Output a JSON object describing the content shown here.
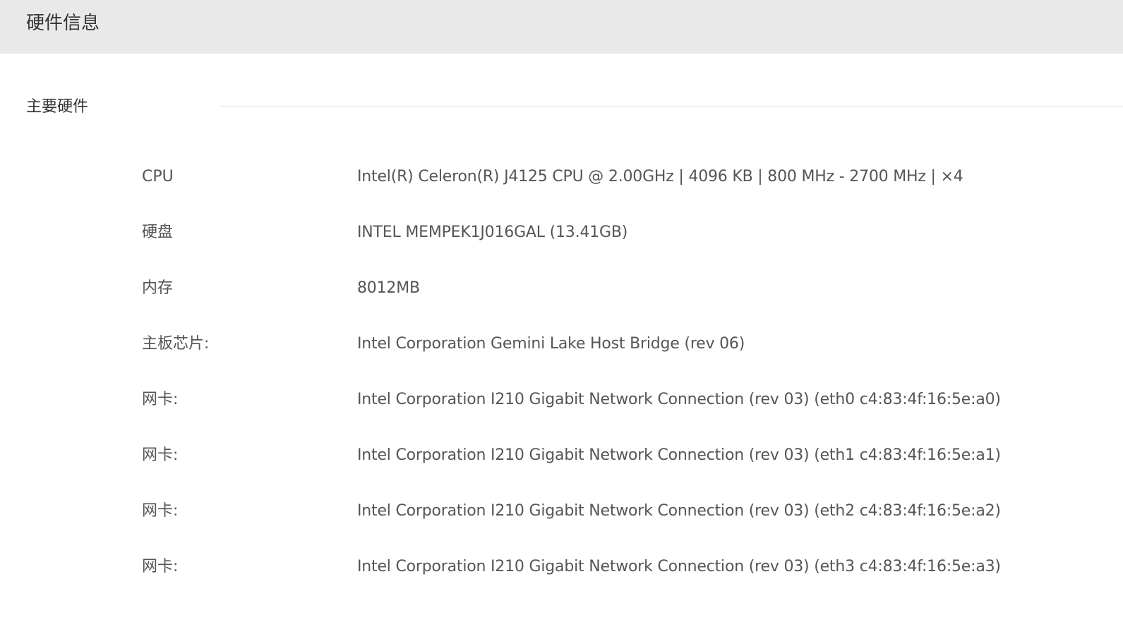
{
  "header": {
    "title": "硬件信息"
  },
  "section": {
    "title": "主要硬件"
  },
  "rows": [
    {
      "label": "CPU",
      "value": "Intel(R) Celeron(R) J4125 CPU @ 2.00GHz | 4096 KB | 800 MHz - 2700 MHz | ×4"
    },
    {
      "label": "硬盘",
      "value": "INTEL MEMPEK1J016GAL (13.41GB)"
    },
    {
      "label": "内存",
      "value": "8012MB"
    },
    {
      "label": "主板芯片:",
      "value": "Intel Corporation Gemini Lake Host Bridge (rev 06)"
    },
    {
      "label": "网卡:",
      "value": "Intel Corporation I210 Gigabit Network Connection (rev 03) (eth0 c4:83:4f:16:5e:a0)"
    },
    {
      "label": "网卡:",
      "value": "Intel Corporation I210 Gigabit Network Connection (rev 03) (eth1 c4:83:4f:16:5e:a1)"
    },
    {
      "label": "网卡:",
      "value": "Intel Corporation I210 Gigabit Network Connection (rev 03) (eth2 c4:83:4f:16:5e:a2)"
    },
    {
      "label": "网卡:",
      "value": "Intel Corporation I210 Gigabit Network Connection (rev 03) (eth3 c4:83:4f:16:5e:a3)"
    }
  ],
  "colors": {
    "header_bg": "#e9e9e9",
    "text": "#555555",
    "divider": "#e3e3e3"
  }
}
